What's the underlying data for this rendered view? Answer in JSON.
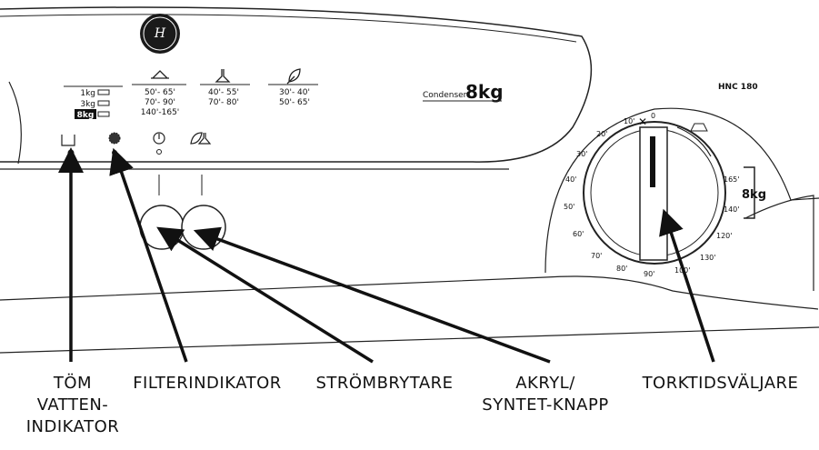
{
  "panel": {
    "brand_logo": "hoover-logo",
    "load_sizes": [
      "1kg",
      "3kg",
      "8kg"
    ],
    "programs": [
      {
        "icon": "cotton-icon",
        "times": [
          "50'- 65'",
          "70'- 90'",
          "140'-165'"
        ]
      },
      {
        "icon": "flask-icon",
        "times": [
          "40'- 55'",
          "70'- 80'"
        ]
      },
      {
        "icon": "leaf-icon",
        "times": [
          "30'- 40'",
          "50'- 65'"
        ]
      }
    ],
    "condenser_word": "Condenser",
    "condenser_capacity": "8kg",
    "model": "HNC 180",
    "dial": {
      "top_marks": [
        "10'",
        "0"
      ],
      "left_ticks": [
        "20'",
        "30'",
        "40'",
        "50'",
        "60'",
        "70'",
        "80'",
        "90'"
      ],
      "right_ticks": [
        "165'",
        "140'",
        "120'",
        "130'",
        "100'"
      ],
      "bracket_label": "8kg"
    }
  },
  "labels": {
    "empty_water": "TÖM\nVATTEN-\nINDIKATOR",
    "filter": "FILTERINDIKATOR",
    "power": "STRÖMBRYTARE",
    "acrylic": "AKRYL/\nSYNTET-KNAPP",
    "timer": "TORKTIDSVÄLJARE"
  }
}
